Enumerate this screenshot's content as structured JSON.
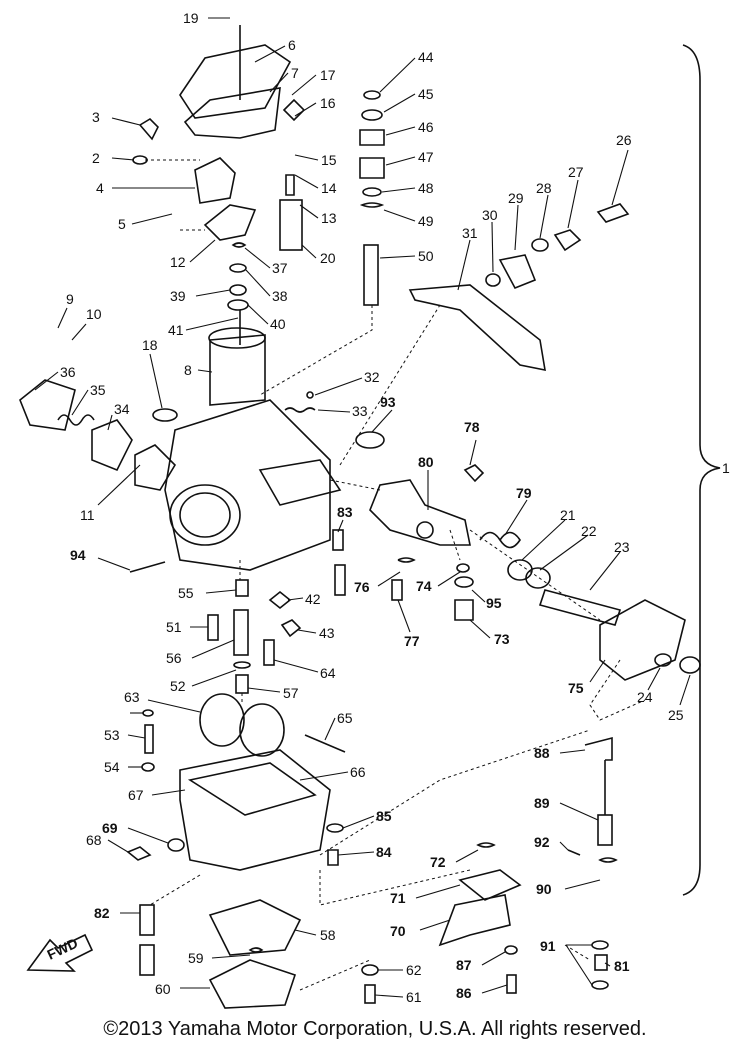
{
  "diagram": {
    "labels": [
      "19",
      "6",
      "7",
      "17",
      "16",
      "3",
      "15",
      "2",
      "14",
      "4",
      "13",
      "5",
      "12",
      "20",
      "37",
      "38",
      "39",
      "40",
      "9",
      "10",
      "41",
      "18",
      "8",
      "36",
      "35",
      "34",
      "11",
      "44",
      "45",
      "46",
      "47",
      "48",
      "49",
      "50",
      "26",
      "27",
      "28",
      "29",
      "30",
      "31",
      "32",
      "33",
      "93",
      "78",
      "80",
      "79",
      "21",
      "22",
      "23",
      "94",
      "83",
      "76",
      "74",
      "95",
      "55",
      "42",
      "51",
      "43",
      "56",
      "64",
      "52",
      "57",
      "73",
      "75",
      "24",
      "25",
      "77",
      "63",
      "65",
      "53",
      "54",
      "66",
      "67",
      "68",
      "69",
      "85",
      "84",
      "72",
      "71",
      "70",
      "87",
      "86",
      "82",
      "58",
      "59",
      "60",
      "62",
      "61",
      "88",
      "89",
      "92",
      "90",
      "91",
      "81",
      "1"
    ],
    "fwd_label": "FWD"
  },
  "footer": {
    "copyright": "©2013 Yamaha Motor Corporation, U.S.A. All rights reserved."
  }
}
